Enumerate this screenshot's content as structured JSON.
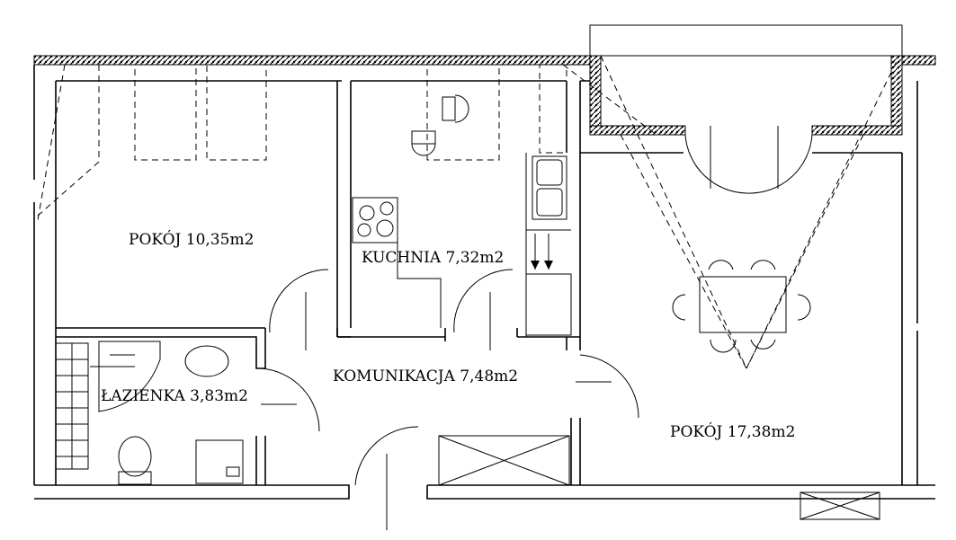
{
  "plan": {
    "rooms": [
      {
        "name": "POKÓJ",
        "area": "10,35m2"
      },
      {
        "name": "KUCHNIA",
        "area": "7,32m2"
      },
      {
        "name": "KOMUNIKACJA",
        "area": "7,48m2"
      },
      {
        "name": "ŁAZIENKA",
        "area": "3,83m2"
      },
      {
        "name": "POKÓJ",
        "area": "17,38m2"
      }
    ],
    "labels": {
      "room1": "POKÓJ  10,35m2",
      "kitchen": "KUCHNIA  7,32m2",
      "hall": "KOMUNIKACJA  7,48m2",
      "bath": "ŁAZIENKA  3,83m2",
      "room2": "POKÓJ  17,38m2"
    }
  }
}
